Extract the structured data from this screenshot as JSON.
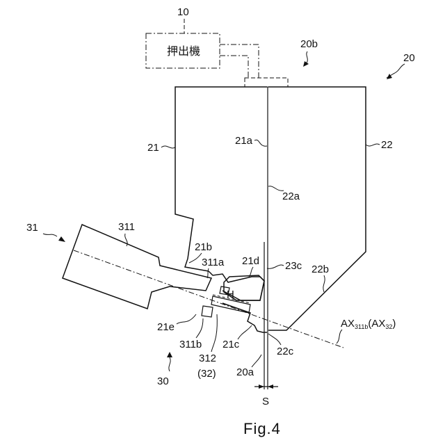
{
  "figure": {
    "caption": "Fig.4",
    "extruder_label": "押出機",
    "refs": {
      "r10": "10",
      "r20": "20",
      "r20b": "20b",
      "r21": "21",
      "r21a": "21a",
      "r22": "22",
      "r22a": "22a",
      "r31": "31",
      "r311": "311",
      "r21b": "21b",
      "r311a": "311a",
      "r21d": "21d",
      "r23c": "23c",
      "r22b": "22b",
      "rH": "H",
      "r21e": "21e",
      "r311b": "311b",
      "r312": "312",
      "r32p": "(32)",
      "r21c": "21c",
      "r22c": "22c",
      "r20a": "20a",
      "r30": "30",
      "rS": "S"
    },
    "axis_label": {
      "main": "AX",
      "sub1": "311b",
      "mid": "(AX",
      "sub2": "32",
      "end": ")"
    }
  }
}
